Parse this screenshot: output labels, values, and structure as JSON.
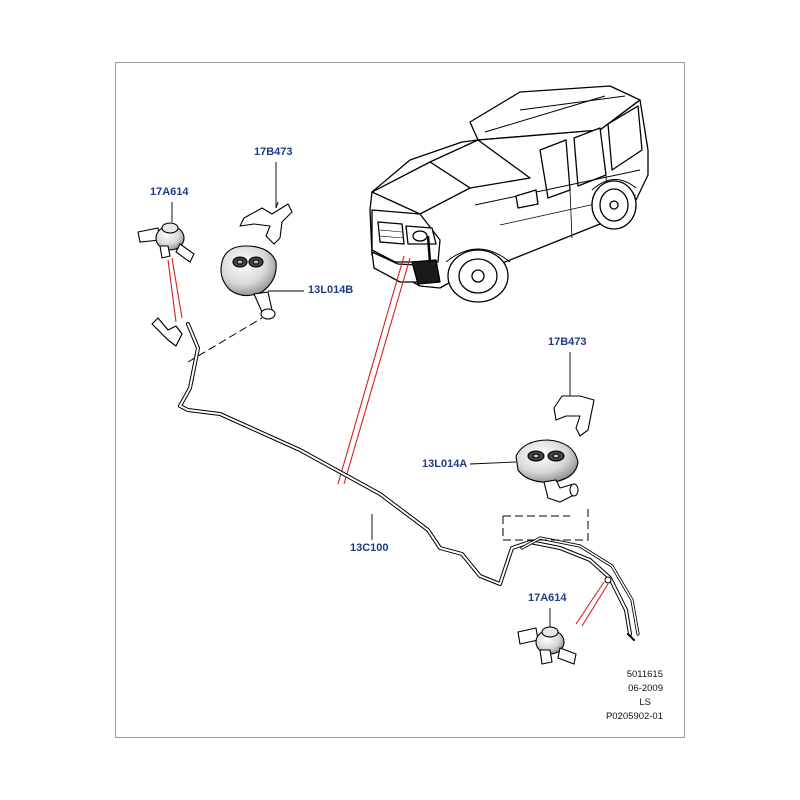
{
  "callouts": {
    "bracket_top": "17B473",
    "valve_top": "17A614",
    "nozzle_left": "13L014B",
    "bracket_right": "17B473",
    "nozzle_right": "13L014A",
    "hose": "13C100",
    "valve_bottom": "17A614"
  },
  "reference": {
    "line1": "5011615",
    "line2": "06-2009",
    "line3": "LS",
    "line4": "P0205902-01"
  },
  "colors": {
    "callout_text": "#1f3a8a",
    "linework": "#000000",
    "highlight": "#d42020",
    "frame": "#9a9a9a"
  }
}
